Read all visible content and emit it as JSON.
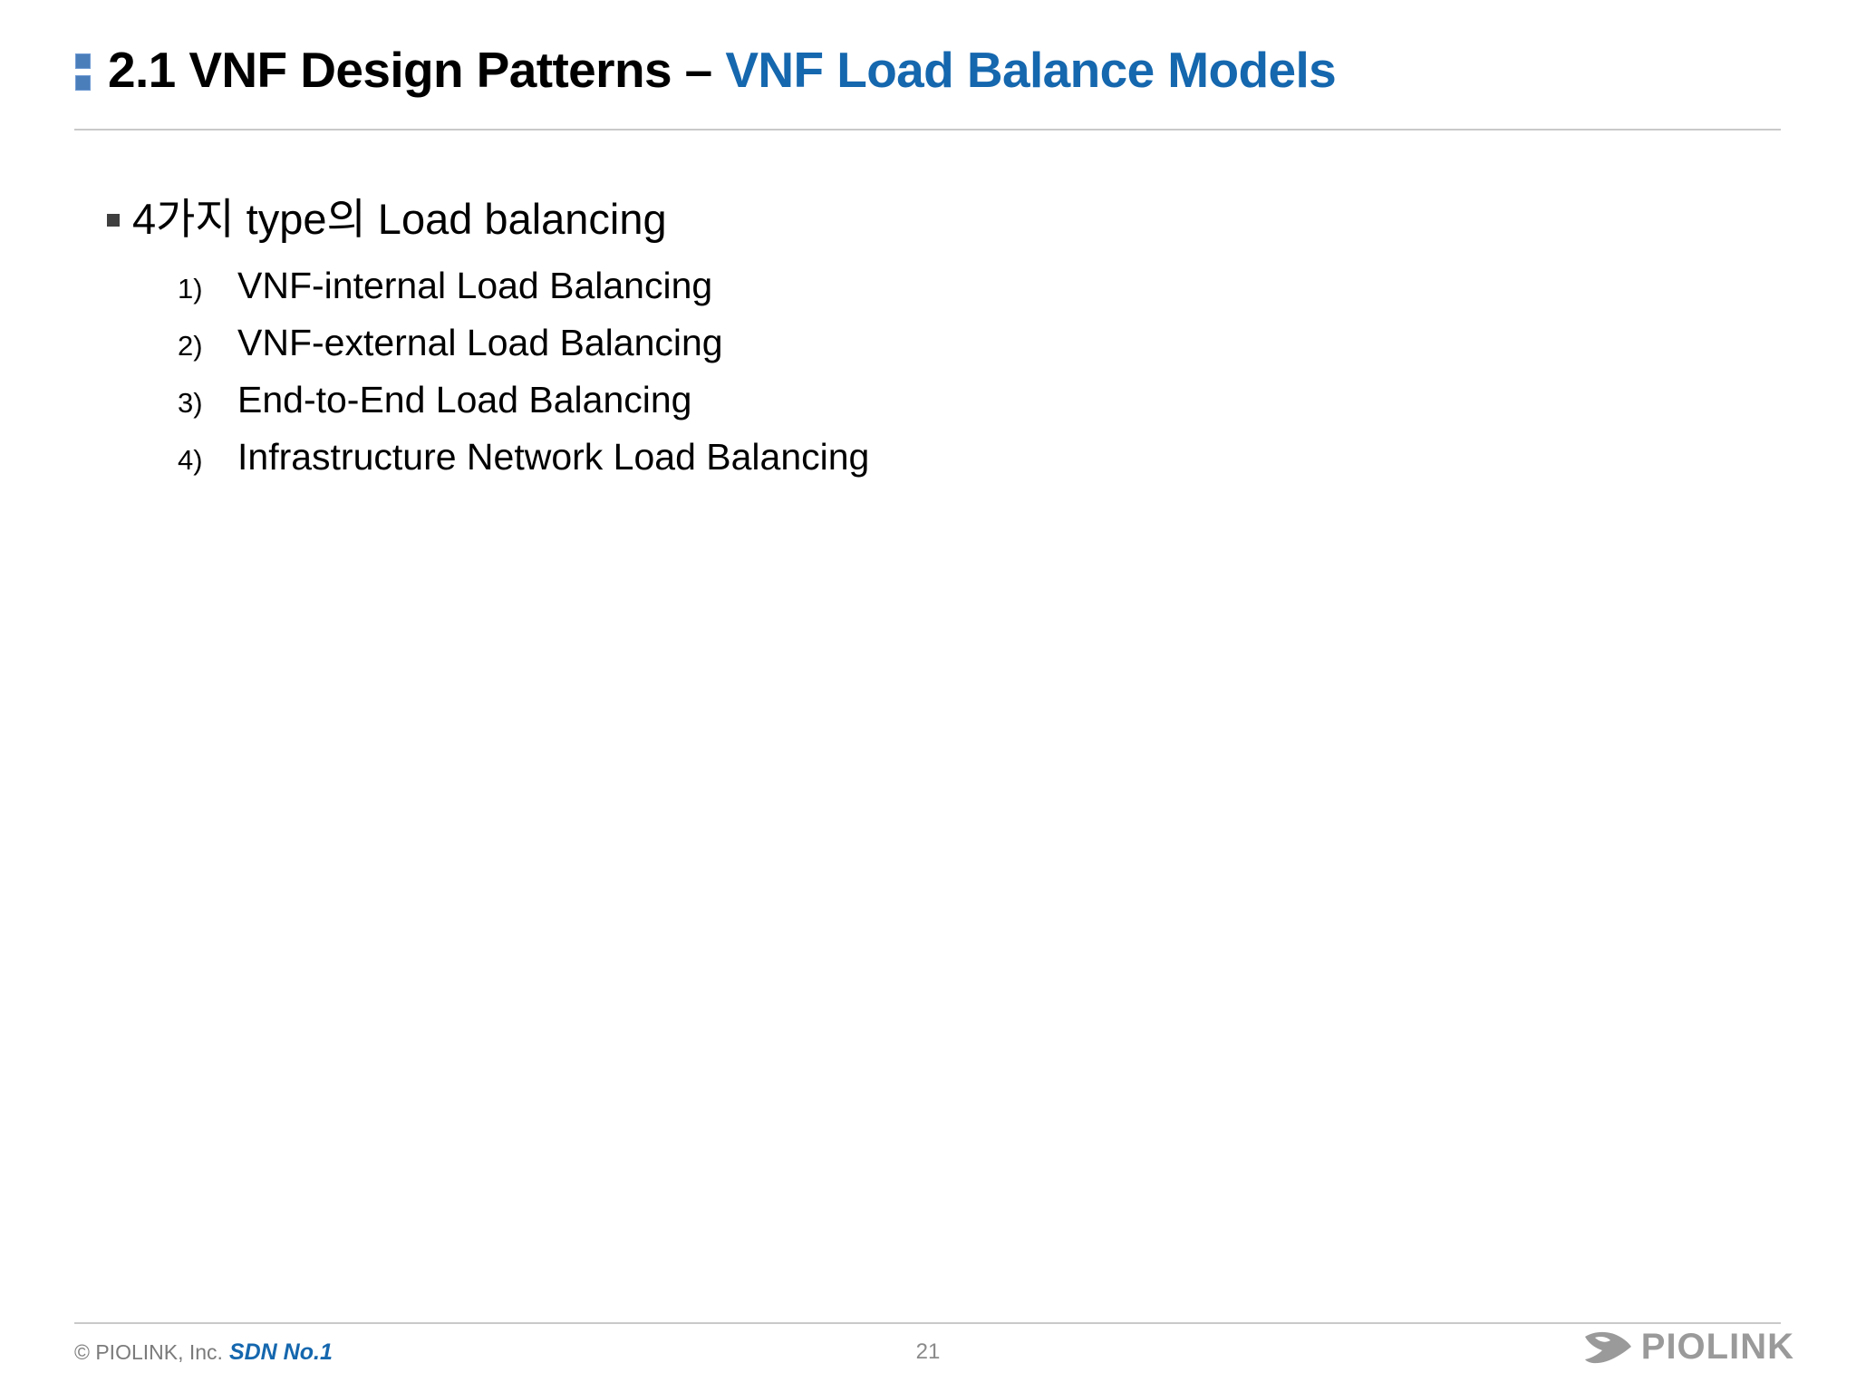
{
  "slide": {
    "title": {
      "marker_color": "#4a7ebb",
      "dark_part": "2.1 VNF Design Patterns – ",
      "blue_part": "VNF Load Balance Models",
      "blue_color": "#1567ae"
    },
    "body": {
      "lead_bullet": "4가지 type의 Load balancing",
      "numbered_items": [
        {
          "num": "1)",
          "text": "VNF-internal Load Balancing"
        },
        {
          "num": "2)",
          "text": "VNF-external Load Balancing"
        },
        {
          "num": "3)",
          "text": "End-to-End Load Balancing"
        },
        {
          "num": "4)",
          "text": "Infrastructure Network Load Balancing"
        }
      ]
    },
    "footer": {
      "copyright": "© PIOLINK, Inc.",
      "tagline": "SDN No.1",
      "page_number": "21",
      "logo_text": "PIOLINK",
      "logo_color": "#9a9a9a"
    }
  }
}
